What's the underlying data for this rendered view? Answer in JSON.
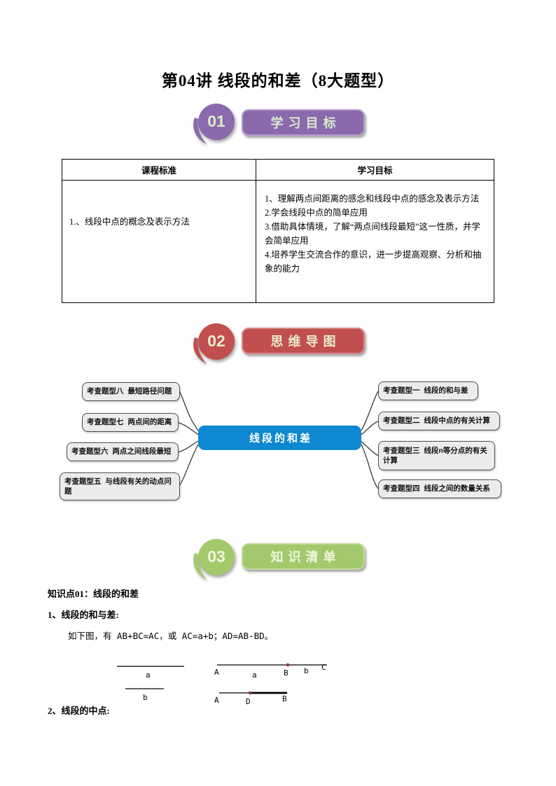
{
  "page_title": "第04讲 线段的和差（8大题型）",
  "sections": [
    {
      "number": "01",
      "title": "学习目标",
      "fill": "#8a6aad",
      "text_color": "#d9eccd"
    },
    {
      "number": "02",
      "title": "思维导图",
      "fill": "#c14f4f",
      "text_color": "#eaeccb"
    },
    {
      "number": "03",
      "title": "知识清单",
      "fill": "#a4c96c",
      "text_color": "#edf6de"
    }
  ],
  "table": {
    "headers": [
      "课程标准",
      "学习目标"
    ],
    "left_cell": "1.、线段中点的概念及表示方法",
    "right_cell_lines": [
      "1、理解两点间距离的感念和线段中点的感念及表示方法",
      "2.学会线段中点的简单应用",
      "3.借助具体情境，了解“两点间线段最短”这一性质，并学会简单应用",
      "4.培养学生交流合作的意识，进一步提高观察、分析和抽象的能力"
    ]
  },
  "mindmap": {
    "center": {
      "label": "线段的和差",
      "fill": "#0e88d0"
    },
    "left_nodes": [
      {
        "label": "考查题型八  最短路径问题"
      },
      {
        "label": "考查题型七  两点间的距离"
      },
      {
        "label": "考查题型六  两点之间线段最短"
      },
      {
        "label": "考查题型五  与线段有关的动点问题"
      }
    ],
    "right_nodes": [
      {
        "label": "考查题型一  线段的和与差"
      },
      {
        "label": "考查题型二  线段中点的有关计算"
      },
      {
        "label": "考查题型三  线段n等分点的有关计算"
      },
      {
        "label": "考查题型四  线段之间的数量关系"
      }
    ]
  },
  "knowledge": {
    "point_heading": "知识点01：线段的和差",
    "item1_heading": "1、线段的和与差:",
    "item1_text": "如下图，有 AB+BC=AC，或 AC=a+b；AD=AB-BD。",
    "item2_heading": "2、线段的中点:",
    "diagrams": {
      "seg_a_label": "a",
      "seg_b_label": "b",
      "line1_labels": {
        "A": "A",
        "a": "a",
        "B": "B",
        "b": "b",
        "C": "C"
      },
      "line2_labels": {
        "A": "A",
        "D": "D",
        "B": "B"
      },
      "dot_color": "#8b3a3a"
    }
  }
}
